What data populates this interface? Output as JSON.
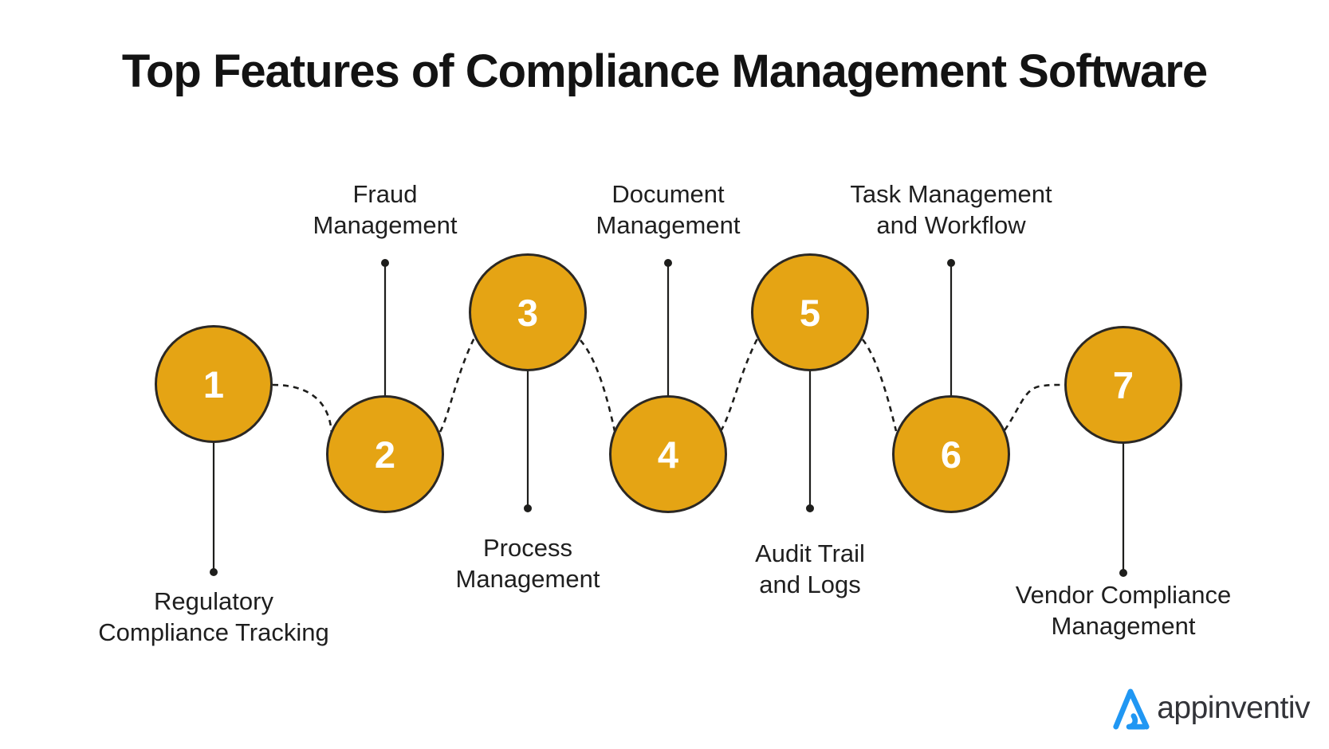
{
  "title": "Top Features of Compliance Management Software",
  "diagram_type": "numbered timeline / process infographic",
  "features": [
    {
      "number": "1",
      "label": "Regulatory\nCompliance Tracking",
      "label_position": "below"
    },
    {
      "number": "2",
      "label": "Fraud\nManagement",
      "label_position": "above"
    },
    {
      "number": "3",
      "label": "Process\nManagement",
      "label_position": "below"
    },
    {
      "number": "4",
      "label": "Document\nManagement",
      "label_position": "above"
    },
    {
      "number": "5",
      "label": "Audit Trail\nand Logs",
      "label_position": "below"
    },
    {
      "number": "6",
      "label": "Task Management\nand Workflow",
      "label_position": "above"
    },
    {
      "number": "7",
      "label": "Vendor Compliance\nManagement",
      "label_position": "below"
    }
  ],
  "brand": {
    "name": "appinventiv"
  },
  "colors": {
    "circle_fill": "#E5A414",
    "circle_stroke": "#2B2824",
    "connector": "#1E1E1C",
    "title_text": "#131313",
    "label_text": "#1F1F1F",
    "number_text": "#FFFFFF",
    "logo_blue": "#2097F3",
    "logo_text": "#323338"
  }
}
